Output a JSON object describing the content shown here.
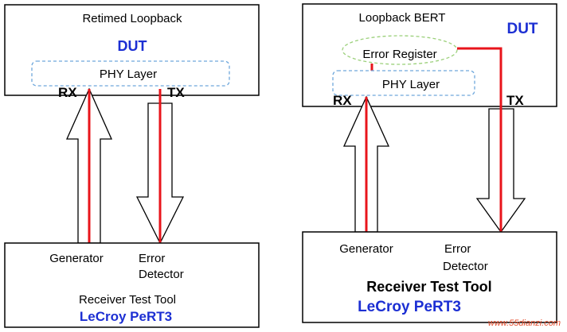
{
  "colors": {
    "signal": "#e8141b",
    "title_blue": "#1c2fd3",
    "phy_border": "#6fa8dc",
    "error_register_border": "#9bd07a",
    "watermark": "#e34a2a"
  },
  "left_diagram": {
    "title": "Retimed Loopback",
    "dut_label": "DUT",
    "phy_label": "PHY Layer",
    "rx_label": "RX",
    "tx_label": "TX",
    "generator_label": "Generator",
    "error_detector_line1": "Error",
    "error_detector_line2": "Detector",
    "tool_label": "Receiver Test Tool",
    "product_label": "LeCroy PeRT3"
  },
  "right_diagram": {
    "title": "Loopback BERT",
    "dut_label": "DUT",
    "error_register_label": "Error Register",
    "phy_label": "PHY Layer",
    "rx_label": "RX",
    "tx_label": "TX",
    "generator_label": "Generator",
    "error_detector_line1": "Error",
    "error_detector_line2": "Detector",
    "tool_label": "Receiver Test Tool",
    "product_label": "LeCroy PeRT3"
  },
  "watermark": "www.55dianzi.com"
}
